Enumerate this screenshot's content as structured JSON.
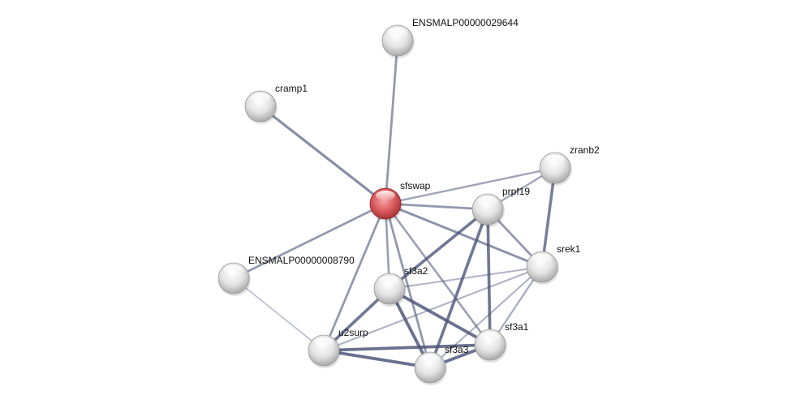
{
  "network": {
    "query_node": "sfswap",
    "colors": {
      "query": "#d9595c",
      "node": "#e6e6e6",
      "edge": "#4a5478"
    },
    "nodes": [
      {
        "id": "ENSMALP00000029644"
      },
      {
        "id": "cramp1"
      },
      {
        "id": "sfswap"
      },
      {
        "id": "zranb2"
      },
      {
        "id": "prpf19"
      },
      {
        "id": "ENSMALP00000008790"
      },
      {
        "id": "srek1"
      },
      {
        "id": "sf3a2"
      },
      {
        "id": "u2surp"
      },
      {
        "id": "sf3a1"
      },
      {
        "id": "sf3a3"
      }
    ],
    "edges": [
      {
        "a": "sfswap",
        "b": "ENSMALP00000029644",
        "score": 0.6
      },
      {
        "a": "sfswap",
        "b": "cramp1",
        "score": 0.7
      },
      {
        "a": "sfswap",
        "b": "zranb2",
        "score": 0.5
      },
      {
        "a": "sfswap",
        "b": "prpf19",
        "score": 0.6
      },
      {
        "a": "sfswap",
        "b": "srek1",
        "score": 0.65
      },
      {
        "a": "sfswap",
        "b": "ENSMALP00000008790",
        "score": 0.6
      },
      {
        "a": "sfswap",
        "b": "sf3a2",
        "score": 0.55
      },
      {
        "a": "sfswap",
        "b": "u2surp",
        "score": 0.6
      },
      {
        "a": "sfswap",
        "b": "sf3a3",
        "score": 0.6
      },
      {
        "a": "sfswap",
        "b": "sf3a1",
        "score": 0.55
      },
      {
        "a": "zranb2",
        "b": "prpf19",
        "score": 0.5
      },
      {
        "a": "zranb2",
        "b": "srek1",
        "score": 0.8
      },
      {
        "a": "prpf19",
        "b": "srek1",
        "score": 0.6
      },
      {
        "a": "prpf19",
        "b": "sf3a2",
        "score": 0.85
      },
      {
        "a": "prpf19",
        "b": "sf3a3",
        "score": 0.85
      },
      {
        "a": "prpf19",
        "b": "sf3a1",
        "score": 0.85
      },
      {
        "a": "srek1",
        "b": "sf3a2",
        "score": 0.4
      },
      {
        "a": "srek1",
        "b": "u2surp",
        "score": 0.4
      },
      {
        "a": "srek1",
        "b": "sf3a3",
        "score": 0.4
      },
      {
        "a": "srek1",
        "b": "sf3a1",
        "score": 0.45
      },
      {
        "a": "ENSMALP00000008790",
        "b": "u2surp",
        "score": 0.3
      },
      {
        "a": "sf3a2",
        "b": "u2surp",
        "score": 0.85
      },
      {
        "a": "sf3a2",
        "b": "sf3a3",
        "score": 0.9
      },
      {
        "a": "sf3a2",
        "b": "sf3a1",
        "score": 0.9
      },
      {
        "a": "u2surp",
        "b": "sf3a3",
        "score": 0.9
      },
      {
        "a": "u2surp",
        "b": "sf3a1",
        "score": 0.9
      },
      {
        "a": "sf3a3",
        "b": "sf3a1",
        "score": 0.9
      }
    ]
  }
}
